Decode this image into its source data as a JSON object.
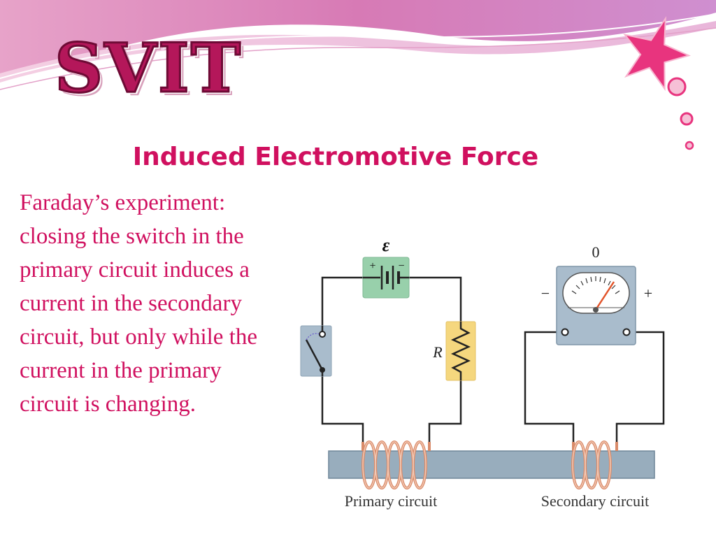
{
  "slide": {
    "logo": "SVIT",
    "title": "Induced Electromotive Force",
    "body": "Faraday’s experiment: closing the switch in the primary circuit induces a current in the secondary circuit, but only while the current in the primary circuit is changing."
  },
  "diagram": {
    "emf_symbol": "ε",
    "battery_plus": "+",
    "battery_minus": "−",
    "resistor_label": "R",
    "meter_zero": "0",
    "meter_minus": "−",
    "meter_plus": "+",
    "primary_label": "Primary circuit",
    "secondary_label": "Secondary circuit"
  },
  "colors": {
    "accent": "#d0105f",
    "logo": "#b4175a",
    "star": "#e8347e",
    "banner_pink": "#df7fb4",
    "banner_purple": "#c98fd2"
  }
}
